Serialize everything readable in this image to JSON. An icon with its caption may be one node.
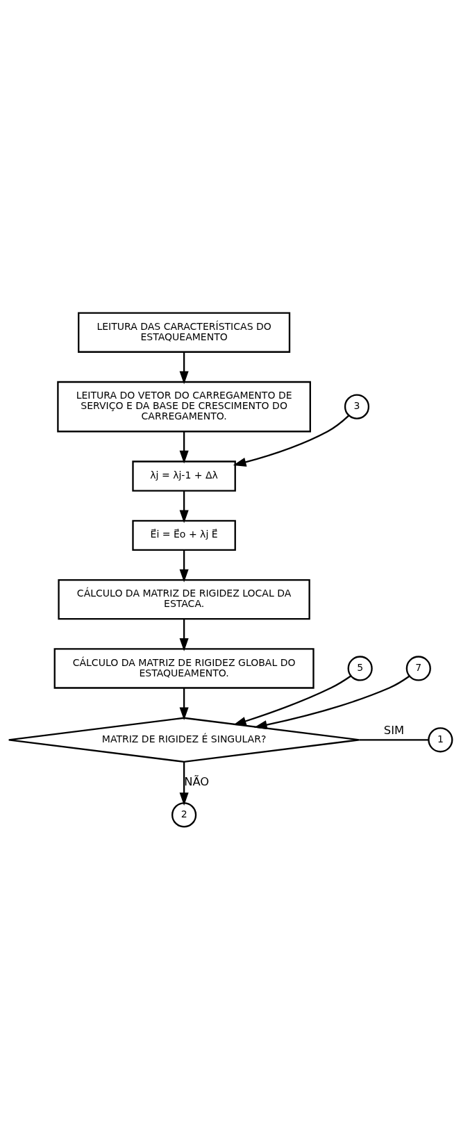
{
  "diagram": {
    "nodes": [
      {
        "text": [
          "LEITURA DAS CARACTERÍSTICAS DO ESTAQUEAMENTO"
        ]
      },
      {
        "text": [
          "LEITURA DO VETOR DO CARREGAMENTO DE SERVIÇO E DA BASE DE CRESCIMENTO DO CARREGAMENTO."
        ]
      },
      {
        "text": [
          "3"
        ]
      },
      {
        "text": [
          "λj = λj-1 + Δλ"
        ]
      },
      {
        "text": [
          "E⃗i = E⃗o + λj E⃗"
        ]
      },
      {
        "text": [
          "CÁLCULO DA MATRIZ DE RIGIDEZ LOCAL DA ESTACA."
        ]
      },
      {
        "text": [
          "CÁLCULO DA MATRIZ DE RIGIDEZ GLOBAL DO ESTAQUEAMENTO."
        ]
      },
      {
        "text": [
          "5"
        ]
      },
      {
        "text": [
          "7"
        ]
      },
      {
        "text": [
          "MATRIZ DE RIGIDEZ É SINGULAR?"
        ]
      },
      {
        "text": [
          "1"
        ]
      },
      {
        "text": [
          "2"
        ]
      }
    ],
    "edges": [
      {
        "from": 0,
        "to": 1,
        "arrow": "to"
      },
      {
        "from": 1,
        "to": 3,
        "arrow": "to"
      },
      {
        "from": 2,
        "to": 3,
        "arrow": "to"
      },
      {
        "from": 3,
        "to": 4,
        "arrow": "to"
      },
      {
        "from": 4,
        "to": 5,
        "arrow": "to"
      },
      {
        "from": 5,
        "to": 6,
        "arrow": "to"
      },
      {
        "from": 6,
        "to": 9,
        "arrow": "to"
      },
      {
        "from": 7,
        "to": 9,
        "arrow": "to"
      },
      {
        "from": 8,
        "to": 9,
        "arrow": "to"
      },
      {
        "from": 9,
        "to": 10,
        "arrow": "none",
        "label": "SIM"
      },
      {
        "from": 9,
        "to": 11,
        "arrow": "to",
        "label": "NÃO"
      }
    ]
  }
}
